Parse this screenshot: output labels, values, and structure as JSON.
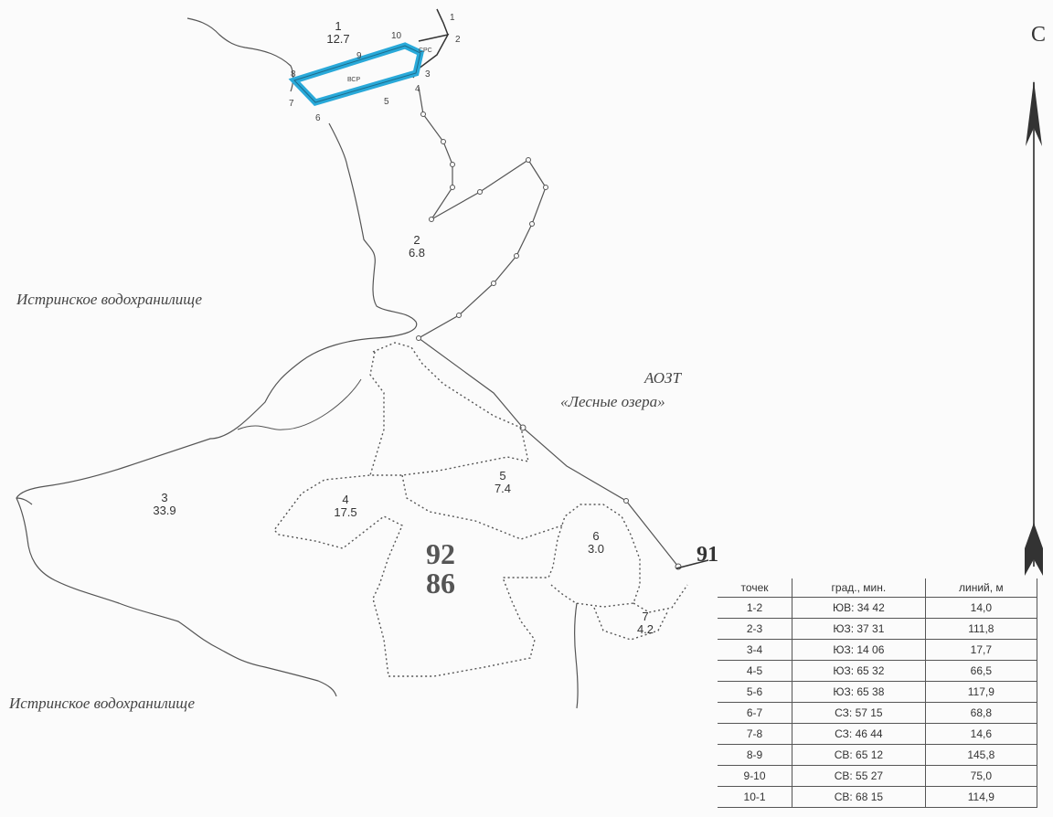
{
  "north_label": "С",
  "water_label_top": "Истринское водохранилище",
  "water_label_bottom": "Истринское водохранилище",
  "neighbor_label_line1": "АОЗТ",
  "neighbor_label_line2": "«Лесные озера»",
  "quarter_main": {
    "number": "92",
    "area": "86"
  },
  "quarter_adjacent": "91",
  "plots": [
    {
      "number": "1",
      "area": "12.7"
    },
    {
      "number": "2",
      "area": "6.8"
    },
    {
      "number": "3",
      "area": "33.9"
    },
    {
      "number": "4",
      "area": "17.5"
    },
    {
      "number": "5",
      "area": "7.4"
    },
    {
      "number": "6",
      "area": "3.0"
    },
    {
      "number": "7",
      "area": "4.2"
    }
  ],
  "point_labels": [
    "1",
    "2",
    "3",
    "4",
    "5",
    "6",
    "7",
    "8",
    "9",
    "10"
  ],
  "zone_labels": {
    "main": "ВСР",
    "small": "СРС"
  },
  "colors": {
    "highlight": "#29a9d9",
    "line": "#555555"
  },
  "table": {
    "headers": [
      "точек",
      "град., мин.",
      "линий, м"
    ],
    "rows": [
      [
        "1-2",
        "ЮВ: 34 42",
        "14,0"
      ],
      [
        "2-3",
        "ЮЗ: 37 31",
        "111,8"
      ],
      [
        "3-4",
        "ЮЗ: 14 06",
        "17,7"
      ],
      [
        "4-5",
        "ЮЗ: 65 32",
        "66,5"
      ],
      [
        "5-6",
        "ЮЗ: 65 38",
        "117,9"
      ],
      [
        "6-7",
        "СЗ: 57 15",
        "68,8"
      ],
      [
        "7-8",
        "СЗ: 46 44",
        "14,6"
      ],
      [
        "8-9",
        "СВ: 65 12",
        "145,8"
      ],
      [
        "9-10",
        "СВ: 55 27",
        "75,0"
      ],
      [
        "10-1",
        "СВ: 68 15",
        "114,9"
      ]
    ]
  }
}
